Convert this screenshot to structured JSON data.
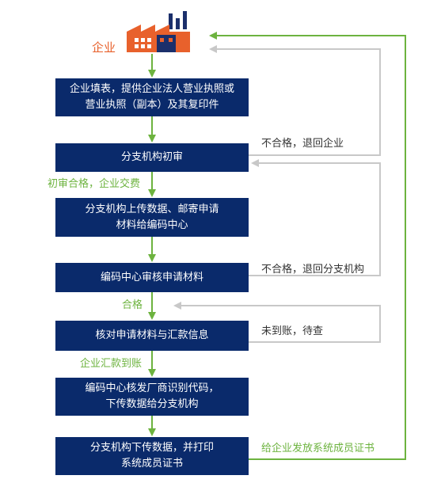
{
  "colors": {
    "box": "#0a2a6b",
    "green": "#6db33f",
    "gray_line": "#c8c8c8",
    "orange": "#e8612c"
  },
  "enterprise": {
    "label": "企业",
    "icon": "factory-icon"
  },
  "steps": [
    {
      "id": "fill-form",
      "text": "企业填表，提供企业法人营业执照或\n营业执照（副本）及其复印件"
    },
    {
      "id": "branch-review",
      "text": "分支机构初审"
    },
    {
      "id": "branch-upload",
      "text": "分支机构上传数据、邮寄申请\n材料给编码中心"
    },
    {
      "id": "center-review",
      "text": "编码中心审核申请材料"
    },
    {
      "id": "verify-payment",
      "text": "核对申请材料与汇款信息"
    },
    {
      "id": "issue-code",
      "text": "编码中心核发厂商识别代码，\n下传数据给分支机构"
    },
    {
      "id": "print-cert",
      "text": "分支机构下传数据，并打印\n系统成员证书"
    }
  ],
  "green_labels": {
    "initial_pass": "初审合格，企业交费",
    "pass": "合格",
    "remitted": "企业汇款到账"
  },
  "gray_labels": {
    "fail_return_enterprise": "不合格，退回企业",
    "fail_return_branch": "不合格，退回分支机构",
    "not_received": "未到账，待查"
  },
  "final_label": "给企业发放系统成员证书"
}
